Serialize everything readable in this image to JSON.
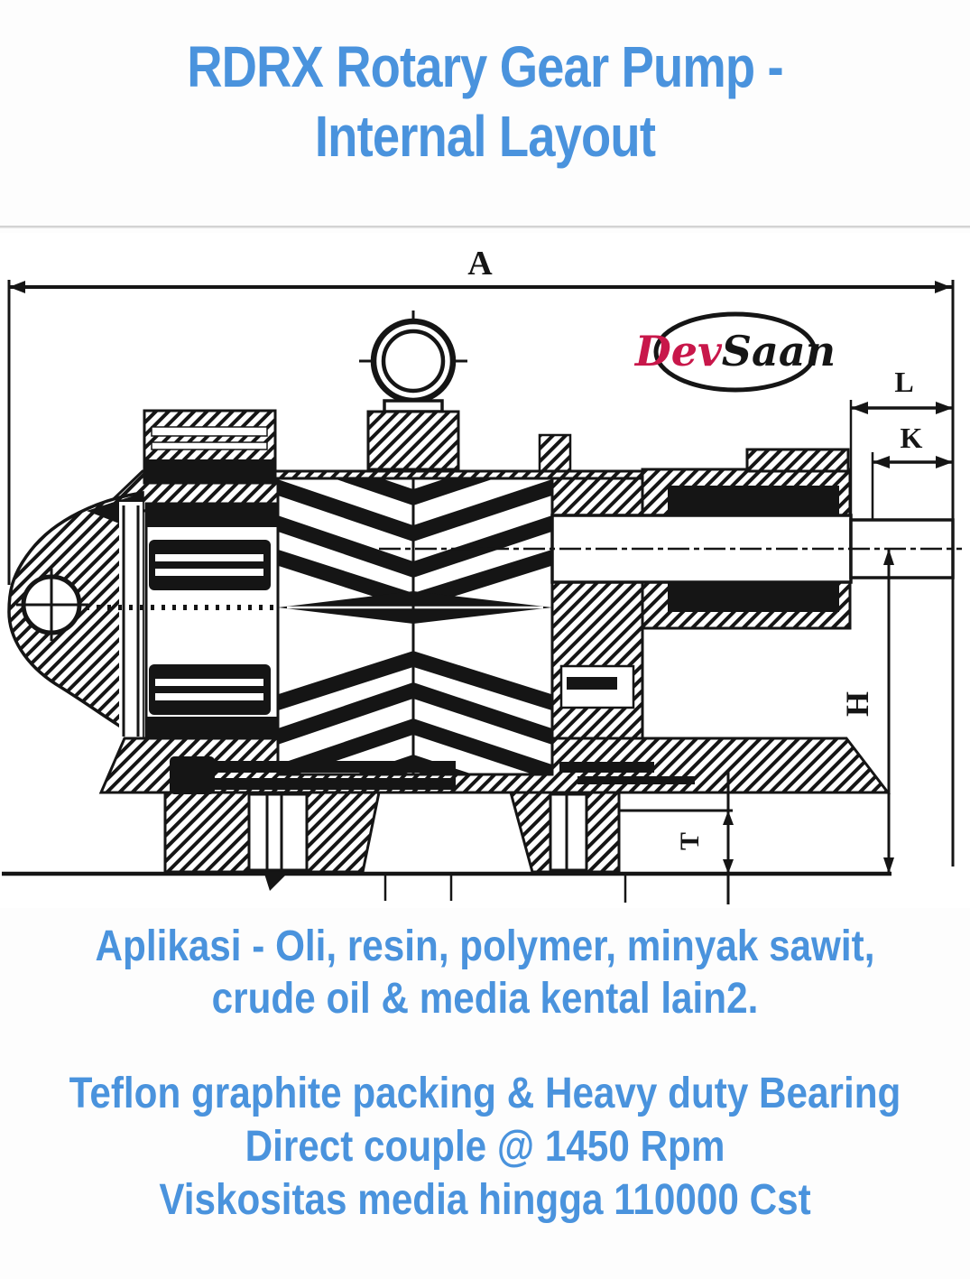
{
  "page": {
    "background": "#ffffff",
    "accent_blue": "#4a93dd",
    "ink": "#151515"
  },
  "header": {
    "title_line1": "RDRX Rotary Gear Pump -",
    "title_line2": "Internal Layout"
  },
  "diagram": {
    "logo": {
      "part1": "Dev",
      "part2": "Saan",
      "part1_color": "#c8174a",
      "part2_color": "#151515"
    },
    "dimension_labels": {
      "a": "A",
      "l": "L",
      "k": "K",
      "h": "H",
      "t": "T"
    }
  },
  "footer": {
    "aplikasi_line1": "Aplikasi - Oli, resin, polymer, minyak sawit,",
    "aplikasi_line2": "crude oil & media kental lain2.",
    "spec_line1": "Teflon graphite packing & Heavy duty Bearing",
    "spec_line2": "Direct couple @ 1450 Rpm",
    "spec_line3": "Viskositas media hingga 110000 Cst"
  }
}
